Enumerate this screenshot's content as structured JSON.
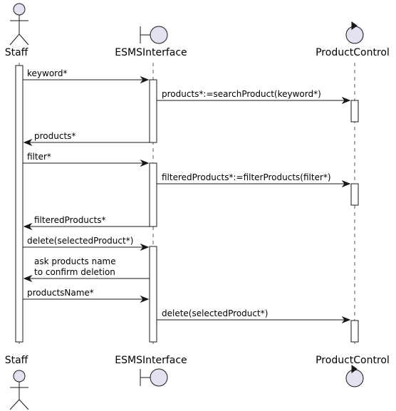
{
  "diagram": {
    "participants": [
      {
        "id": "staff",
        "label": "Staff",
        "kind": "actor"
      },
      {
        "id": "esms",
        "label": "ESMSInterface",
        "kind": "boundary"
      },
      {
        "id": "product",
        "label": "ProductControl",
        "kind": "control"
      }
    ],
    "messages": [
      {
        "from": "staff",
        "to": "esms",
        "lines": [
          "keyword*"
        ]
      },
      {
        "from": "esms",
        "to": "product",
        "lines": [
          "products*:=searchProduct(keyword*)"
        ]
      },
      {
        "from": "esms",
        "to": "staff",
        "lines": [
          "products*"
        ]
      },
      {
        "from": "staff",
        "to": "esms",
        "lines": [
          "filter*"
        ]
      },
      {
        "from": "esms",
        "to": "product",
        "lines": [
          "filteredProducts*:=filterProducts(filter*)"
        ]
      },
      {
        "from": "esms",
        "to": "staff",
        "lines": [
          "filteredProducts*"
        ]
      },
      {
        "from": "staff",
        "to": "esms",
        "lines": [
          "delete(selectedProduct*)"
        ]
      },
      {
        "from": "esms",
        "to": "staff",
        "lines": [
          "ask products name",
          "to confirm deletion"
        ]
      },
      {
        "from": "staff",
        "to": "esms",
        "lines": [
          "productsName*"
        ]
      },
      {
        "from": "esms",
        "to": "product",
        "lines": [
          "delete(selectedProduct*)"
        ]
      }
    ],
    "colors": {
      "participant_fill": "#e2e2f0",
      "stroke": "#181818",
      "lifeline": "#555555",
      "background": "#ffffff"
    }
  }
}
